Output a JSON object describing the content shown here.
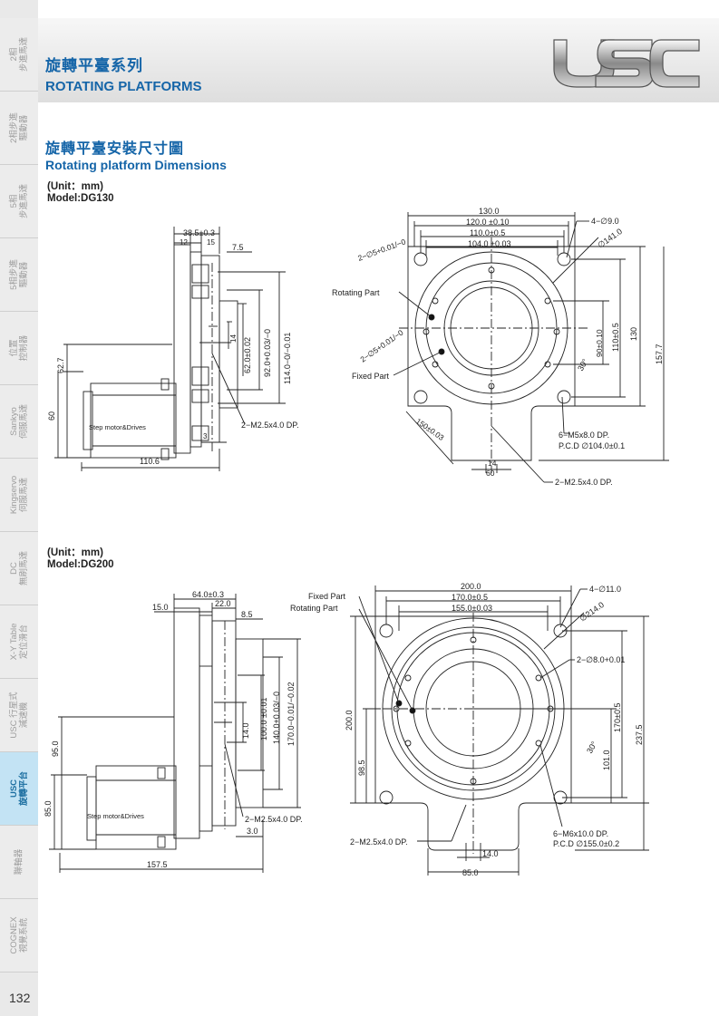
{
  "sidebar": {
    "items": [
      {
        "label": "2相\n步進馬達"
      },
      {
        "label": "2相步進\n驅動器"
      },
      {
        "label": "5相\n步進馬達"
      },
      {
        "label": "5相步進\n驅動器"
      },
      {
        "label": "位置\n控制器"
      },
      {
        "label": "Sankyo\n伺服馬達"
      },
      {
        "label": "Kingservo\n伺服馬達"
      },
      {
        "label": "DC\n無刷馬達"
      },
      {
        "label": "X-Y Table\n定位滑台"
      },
      {
        "label": "USC 行星式\n減速機"
      },
      {
        "label": "USC\n旋轉平台"
      },
      {
        "label": "聯軸器"
      },
      {
        "label": "COGNEX\n視覺系統"
      }
    ],
    "active_index": 10
  },
  "header": {
    "title_zh": "旋轉平臺系列",
    "title_en": "ROTATING PLATFORMS",
    "logo_text": "USC"
  },
  "section": {
    "title_zh": "旋轉平臺安裝尺寸圖",
    "title_en": "Rotating platform Dimensions"
  },
  "dg130": {
    "unit": "(Unit：mm)",
    "model": "Model:DG130",
    "side": {
      "d_38_5": "38.5±0.3",
      "d_12": "12",
      "d_15": "15",
      "d_7_5": "7.5",
      "d_62_7": "62.7",
      "d_60": "60",
      "d_110_6": "110.6",
      "d_3": "3",
      "d_14": "14",
      "d_62": "62.0±0.02",
      "d_92": "92.0+0.03/−0",
      "d_114": "114.0−0/−0.01",
      "motor_label": "Step motor&Drives",
      "tap_note": "2−M2.5x4.0 DP."
    },
    "top": {
      "d_130": "130.0",
      "d_120": "120.0 ±0.10",
      "d_110": "110.0±0.5",
      "d_104": "104.0 ±0.03",
      "holes_4": "4−∅9.0",
      "dia_141": "∅141.0",
      "pin_top": "2−∅5+0.01/−0",
      "pin_mid": "2−∅5+0.01/−0",
      "rotating_part": "Rotating Part",
      "fixed_part": "Fixed Part",
      "d_90": "90±0.10",
      "d_110v": "110±0.5",
      "d_130v": "130",
      "d_157_7": "157.7",
      "angle": "30°",
      "d_150": "150±0.03",
      "d_14": "14",
      "d_60": "60",
      "holes_6": "6−M5x8.0 DP.",
      "pcd": "P.C.D ∅104.0±0.1",
      "tap_note": "2−M2.5x4.0 DP."
    }
  },
  "dg200": {
    "unit": "(Unit：mm)",
    "model": "Model:DG200",
    "side": {
      "d_64": "64.0±0.3",
      "d_15": "15.0",
      "d_22": "22.0",
      "d_8_5": "8.5",
      "d_95": "95.0",
      "d_85": "85.0",
      "d_157_5": "157.5",
      "d_3": "3.0",
      "d_14": "14.0",
      "d_100": "100.0 ±0.01",
      "d_140": "140.0+0.03/−0",
      "d_170": "170.0−0.01/−0.02",
      "motor_label": "Step motor&Drives",
      "tap_note": "2−M2.5x4.0 DP."
    },
    "top": {
      "d_200": "200.0",
      "d_170": "170.0±0.5",
      "d_155": "155.0±0.03",
      "fixed_part": "Fixed Part",
      "rotating_part": "Rotating Part",
      "holes_4": "4−∅11.0",
      "dia_214": "∅214.0",
      "pins": "2−∅8.0+0.01",
      "d_200v": "200.0",
      "d_98_5": "98.5",
      "d_170v": "170±0.5",
      "d_237_5": "237.5",
      "d_101": "101.0",
      "angle": "30°",
      "tap_note": "2−M2.5x4.0 DP.",
      "holes_6": "6−M6x10.0 DP.",
      "pcd": "P.C.D ∅155.0±0.2",
      "d_14": "14.0",
      "d_85": "85.0"
    }
  },
  "page_number": "132"
}
